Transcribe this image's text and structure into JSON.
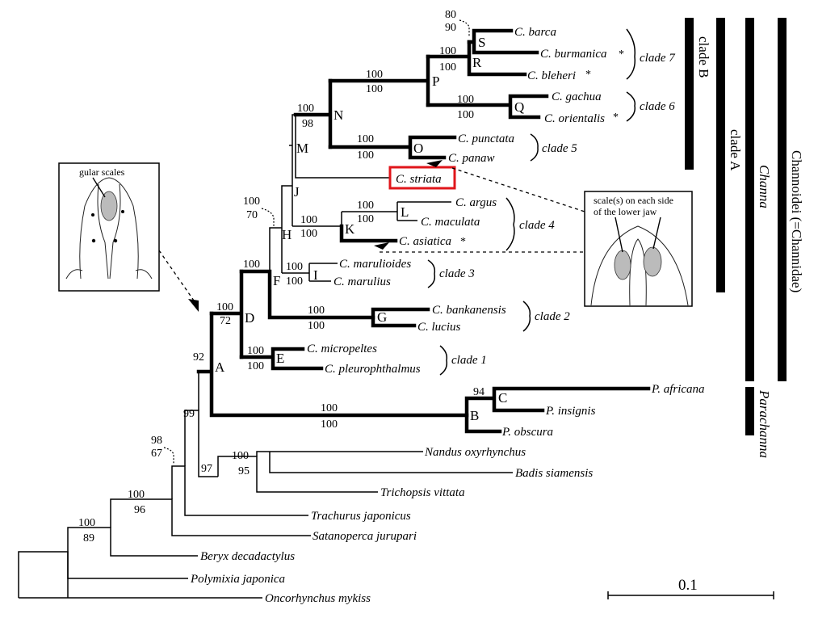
{
  "figure": {
    "type": "phylogenetic-tree",
    "highlight_color": "#e0161b",
    "scale_bar": {
      "label": "0.1",
      "value": 0.1
    }
  },
  "taxa": {
    "barca": "C. barca",
    "burmanica": "C. burmanica",
    "bleheri": "C. bleheri",
    "gachua": "C. gachua",
    "orientalis": "C. orientalis",
    "punctata": "C. punctata",
    "panaw": "C. panaw",
    "striata": "C. striata",
    "argus": "C. argus",
    "maculata": "C. maculata",
    "asiatica": "C. asiatica",
    "marulioides": "C. marulioides",
    "marulius": "C. marulius",
    "bankanensis": "C. bankanensis",
    "lucius": "C. lucius",
    "micropeltes": "C. micropeltes",
    "pleurophthalmus": "C. pleurophthalmus",
    "africana": "P. africana",
    "insignis": "P. insignis",
    "obscura": "P. obscura",
    "nandus": "Nandus oxyrhynchus",
    "badis": "Badis siamensis",
    "trichopsis": "Trichopsis vittata",
    "trachurus": "Trachurus japonicus",
    "satanoperca": "Satanoperca jurupari",
    "beryx": "Beryx decadactylus",
    "polymixia": "Polymixia japonica",
    "oncorhynchus": "Oncorhynchus mykiss"
  },
  "asterisk": "*",
  "nodes": {
    "A": "A",
    "B": "B",
    "C": "C",
    "D": "D",
    "E": "E",
    "F": "F",
    "G": "G",
    "H": "H",
    "I": "I",
    "J": "J",
    "K": "K",
    "L": "L",
    "M": "M",
    "N": "N",
    "O": "O",
    "P": "P",
    "Q": "Q",
    "R": "R",
    "S": "S"
  },
  "support": {
    "S": [
      "80",
      "90"
    ],
    "R": [
      "100",
      "100"
    ],
    "Q": [
      "100",
      "100"
    ],
    "N": [
      "100",
      "98"
    ],
    "O": [
      "100",
      "100"
    ],
    "H": [
      "100",
      "70"
    ],
    "K": [
      "100",
      "100"
    ],
    "L": [
      "100",
      "100"
    ],
    "I": [
      "100",
      "100"
    ],
    "F": [
      "100"
    ],
    "G": [
      "100",
      "100"
    ],
    "D": [
      "100",
      "72"
    ],
    "E": [
      "100",
      "100"
    ],
    "A": [
      "92"
    ],
    "C": [
      "94"
    ],
    "B": [
      "100",
      "100"
    ],
    "n99": [
      "99"
    ],
    "n98": [
      "98",
      "67"
    ],
    "n97": [
      "97"
    ],
    "nNandus": [
      "100",
      "95"
    ],
    "n100_96": [
      "100",
      "96"
    ],
    "n100_89": [
      "100",
      "89"
    ],
    "P": [
      "100",
      "100"
    ]
  },
  "clades": {
    "c7": "clade 7",
    "c6": "clade 6",
    "c5": "clade 5",
    "c4": "clade 4",
    "c3": "clade 3",
    "c2": "clade 2",
    "c1": "clade 1"
  },
  "groups": {
    "cladeB": "clade B",
    "cladeA": "clade A",
    "channa": "Channa",
    "parachanna": "Parachanna",
    "channoidei": "Channoidei (=Channidae)"
  },
  "insets": {
    "gular": {
      "label": "gular scales"
    },
    "jaw": {
      "label_line1": "scale(s) on each side",
      "label_line2": "of the lower jaw"
    }
  }
}
